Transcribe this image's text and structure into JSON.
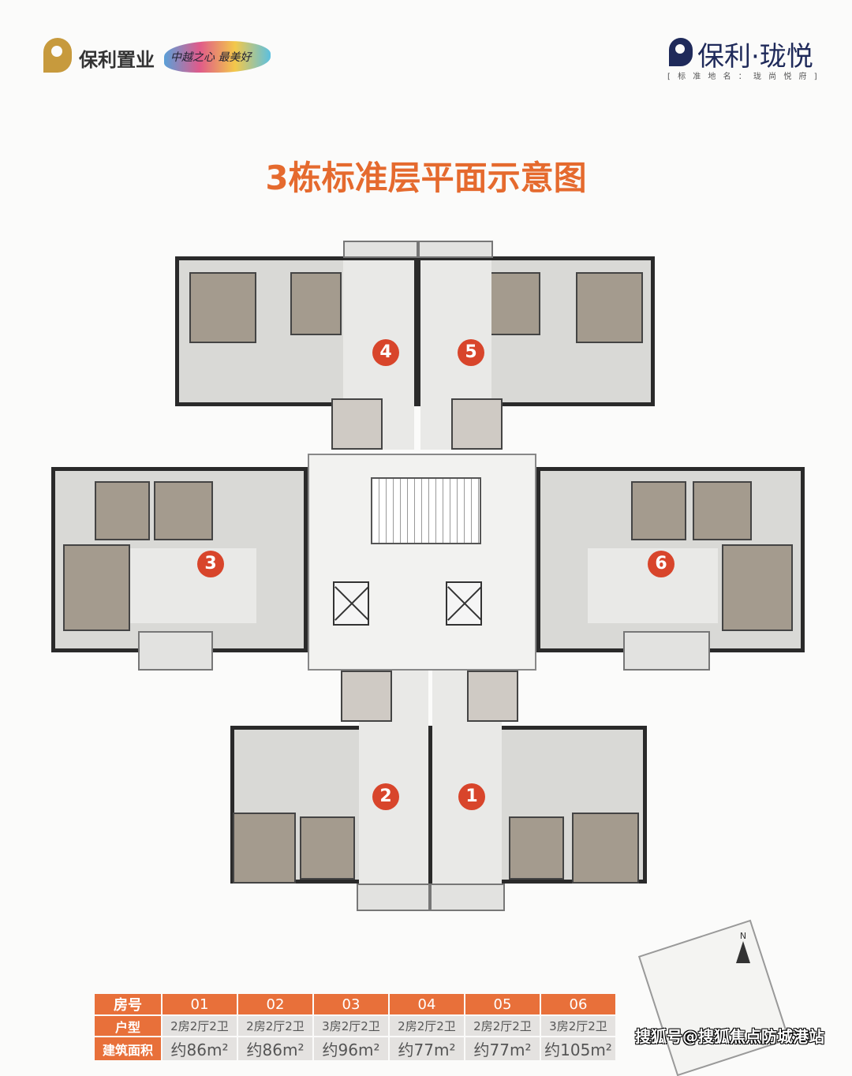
{
  "header": {
    "left_brand": "保利置业",
    "slogan": "中越之心 最美好",
    "right_brand": "保利·珑悦",
    "right_sub": "[ 标 准 地 名 ： 珑 尚 悦 府 ]"
  },
  "title": "3栋标准层平面示意图",
  "units": [
    {
      "id": "1"
    },
    {
      "id": "2"
    },
    {
      "id": "3"
    },
    {
      "id": "4"
    },
    {
      "id": "5"
    },
    {
      "id": "6"
    }
  ],
  "compass": "N",
  "table": {
    "row_labels": [
      "房号",
      "户型",
      "建筑面积"
    ],
    "rooms": [
      "01",
      "02",
      "03",
      "04",
      "05",
      "06"
    ],
    "types": [
      "2房2厅2卫",
      "2房2厅2卫",
      "3房2厅2卫",
      "2房2厅2卫",
      "2房2厅2卫",
      "3房2厅2卫"
    ],
    "areas": [
      "约86m²",
      "约86m²",
      "约96m²",
      "约77m²",
      "约77m²",
      "约105m²"
    ]
  },
  "watermark": "搜狐号@搜狐焦点防城港站",
  "colors": {
    "accent": "#e8703a",
    "marker": "#d8452b",
    "title": "#e56a2e"
  }
}
